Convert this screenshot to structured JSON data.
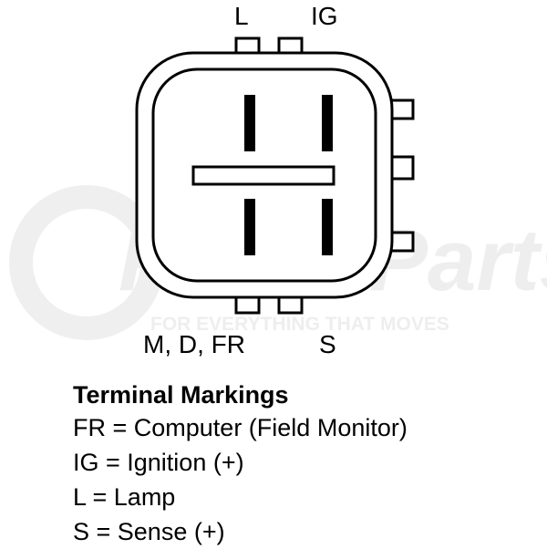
{
  "pins": {
    "top_left": "L",
    "top_right": "IG",
    "bottom_left": "M, D, FR",
    "bottom_right": "S"
  },
  "legend": {
    "title": "Terminal Markings",
    "items": [
      "FR = Computer (Field Monitor)",
      "IG = Ignition (+)",
      "L = Lamp",
      "S = Sense (+)"
    ]
  },
  "watermark": {
    "brand": "FinditParts",
    "tagline": "FOR EVERYTHING THAT MOVES"
  },
  "colors": {
    "ink": "#000000",
    "watermark": "#ececec",
    "watermark_accent": "#f6e4e4"
  }
}
